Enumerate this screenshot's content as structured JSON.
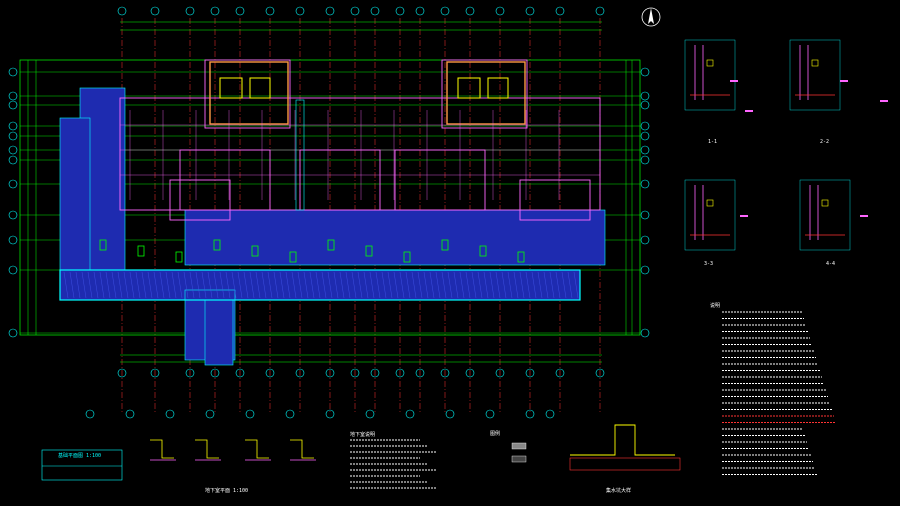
{
  "canvas": {
    "background": "#000000"
  },
  "colors": {
    "grid_axis": "#00ff00",
    "column_axis": "#ff3333",
    "wall": "#ff66ff",
    "fill_hatch": "#1e2bb0",
    "dim_text": "#ffffff",
    "accent_yellow": "#ffff00",
    "accent_cyan": "#00ffff",
    "accent_orange": "#ff9944"
  },
  "title_block": {
    "label": "基础平面图 1:100"
  },
  "plan_caption": {
    "label": "地下室平面 1:100"
  },
  "notes_title": {
    "label": "说明"
  },
  "legend_title": {
    "label": "图例"
  },
  "bottom_notes_title": {
    "label": "地下室说明"
  },
  "section_labels": [
    "1-1",
    "2-2",
    "3-3",
    "4-4"
  ],
  "detail_label": {
    "label": "集水坑大样"
  },
  "north_arrow_icon": "north-arrow-icon"
}
